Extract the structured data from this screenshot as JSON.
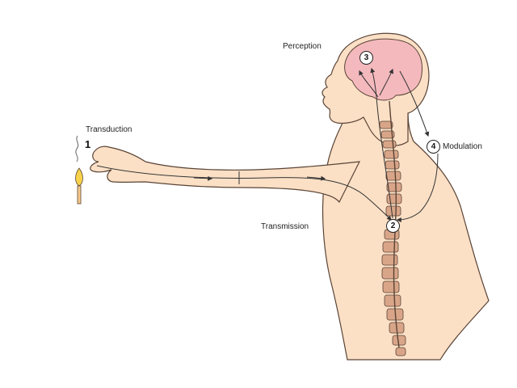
{
  "labels": {
    "perception": "Perception",
    "transduction": "Transduction",
    "modulation": "Modulation",
    "transmission": "Transmission"
  },
  "steps": {
    "transduction": "1",
    "transmission": "2",
    "perception": "3",
    "modulation": "4"
  },
  "colors": {
    "skin": "#fbe0c6",
    "outline": "#5a4436",
    "brain": "#f4b9bd",
    "vertebra": "#d9a588",
    "nerve": "#333333"
  }
}
